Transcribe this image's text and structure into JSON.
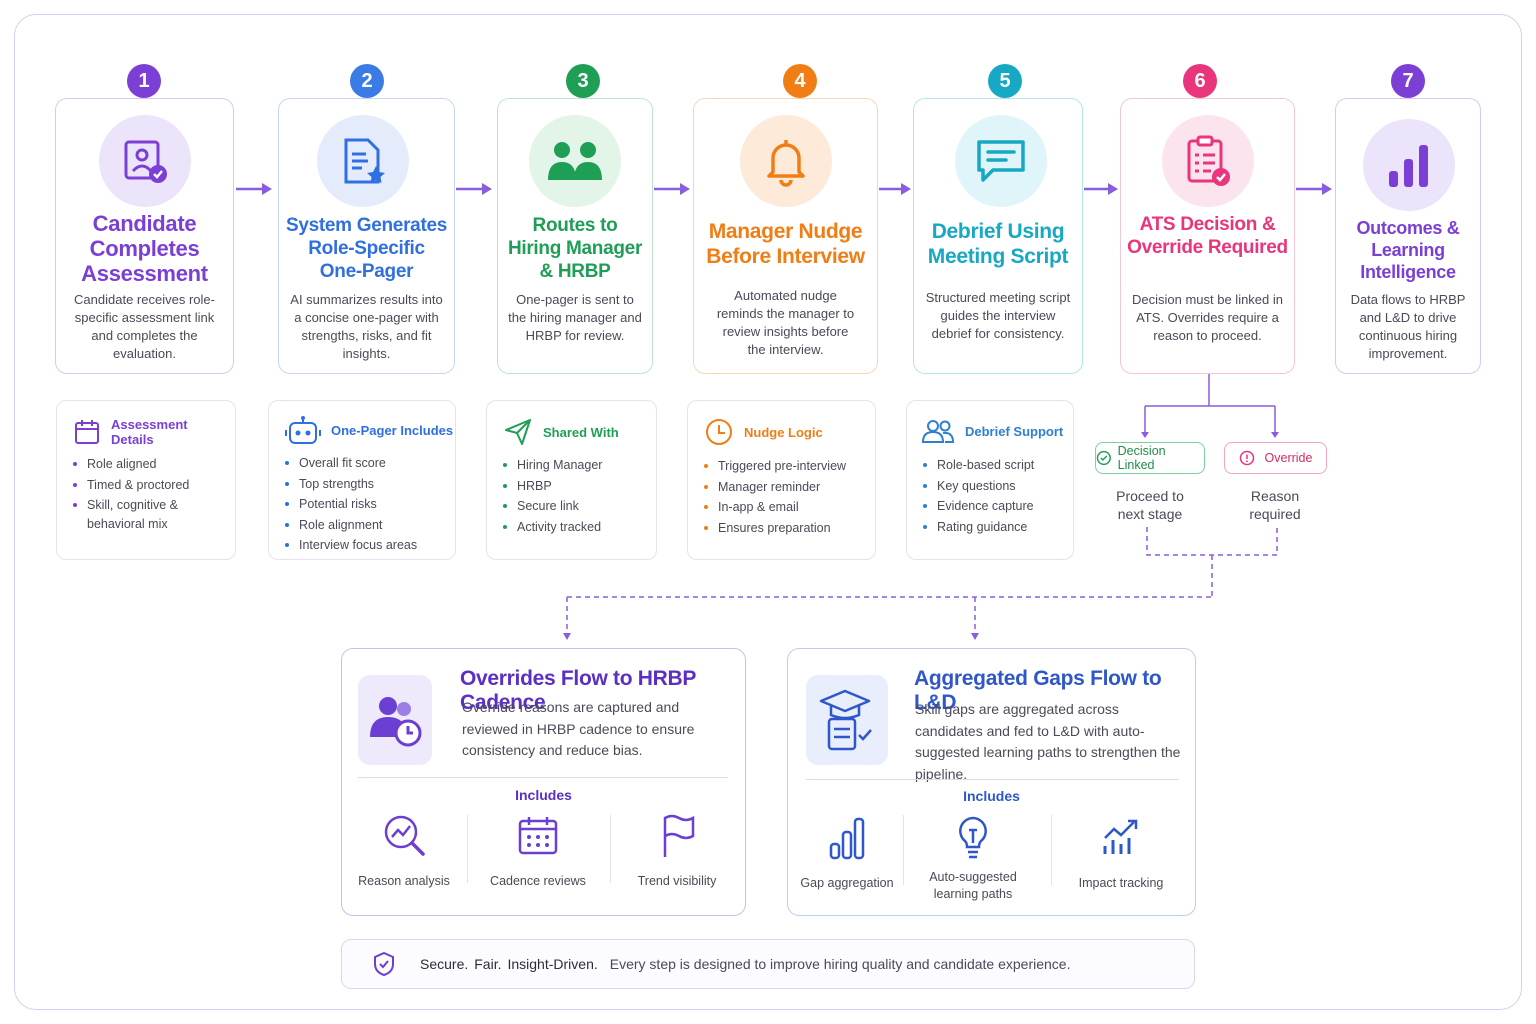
{
  "steps": [
    {
      "num": "1",
      "title": "Candidate Completes Assessment",
      "desc": "Candidate receives role-specific assessment link and completes the evaluation.",
      "color": "#7b3fd6",
      "icon": "user-check-icon"
    },
    {
      "num": "2",
      "title": "System Generates Role-Specific One-Pager",
      "desc": "AI summarizes results into a concise one-pager with strengths, risks, and fit insights.",
      "color": "#2f6fe0",
      "icon": "document-star-icon"
    },
    {
      "num": "3",
      "title": "Routes to Hiring Manager & HRBP",
      "desc": "One-pager is sent to the hiring manager and HRBP for review.",
      "color": "#1f9e55",
      "icon": "people-icon"
    },
    {
      "num": "4",
      "title": "Manager Nudge Before Interview",
      "desc": "Automated nudge reminds the manager to review insights before the interview.",
      "color": "#f07e14",
      "icon": "bell-icon"
    },
    {
      "num": "5",
      "title": "Debrief Using Meeting Script",
      "desc": "Structured meeting script guides the interview debrief for consistency.",
      "color": "#17a8c4",
      "icon": "chat-icon"
    },
    {
      "num": "6",
      "title": "ATS Decision & Override Required",
      "desc": "Decision must be linked in ATS. Overrides require a reason to proceed.",
      "color": "#e8357c",
      "icon": "clipboard-check-icon"
    },
    {
      "num": "7",
      "title": "Outcomes & Learning Intelligence",
      "desc": "Data flows to HRBP and L&D to drive continuous hiring improvement.",
      "color": "#7b3fd6",
      "icon": "bar-chart-icon"
    }
  ],
  "details": [
    {
      "title": "Assessment Details",
      "items": [
        "Role aligned",
        "Timed & proctored",
        "Skill, cognitive & behavioral mix"
      ],
      "color": "#7b3fd6",
      "icon": "calendar-icon"
    },
    {
      "title": "One-Pager Includes",
      "items": [
        "Overall fit score",
        "Top strengths",
        "Potential risks",
        "Role alignment",
        "Interview focus areas"
      ],
      "color": "#2f6fe0",
      "icon": "robot-icon"
    },
    {
      "title": "Shared With",
      "items": [
        "Hiring Manager",
        "HRBP",
        "Secure link",
        "Activity tracked"
      ],
      "color": "#1f9e55",
      "icon": "send-icon"
    },
    {
      "title": "Nudge Logic",
      "items": [
        "Triggered pre-interview",
        "Manager reminder",
        "In-app & email",
        "Ensures preparation"
      ],
      "color": "#f07e14",
      "icon": "clock-icon"
    },
    {
      "title": "Debrief Support",
      "items": [
        "Role-based script",
        "Key questions",
        "Evidence capture",
        "Rating guidance"
      ],
      "color": "#2f7fd0",
      "icon": "users-icon"
    }
  ],
  "decision": {
    "linked_label": "Decision Linked",
    "linked_text": "Proceed to next stage",
    "override_label": "Override",
    "override_text": "Reason required"
  },
  "bottom": [
    {
      "title": "Overrides Flow to HRBP Cadence",
      "desc": "Override reasons are captured and reviewed in HRBP cadence to ensure consistency and reduce bias.",
      "includes": "Includes",
      "features": [
        "Reason analysis",
        "Cadence reviews",
        "Trend visibility"
      ],
      "color": "#5b2fc4"
    },
    {
      "title": "Aggregated Gaps Flow to L&D",
      "desc": "Skill gaps are aggregated across candidates and fed to L&D with auto-suggested learning paths to strengthen the pipeline.",
      "includes": "Includes",
      "features": [
        "Gap aggregation",
        "Auto-suggested learning paths",
        "Impact tracking"
      ],
      "color": "#2f57c9"
    }
  ],
  "footer": {
    "w1": "Secure.",
    "w2": "Fair.",
    "w3": "Insight-Driven.",
    "text": "Every step is designed to improve hiring quality and candidate experience."
  }
}
